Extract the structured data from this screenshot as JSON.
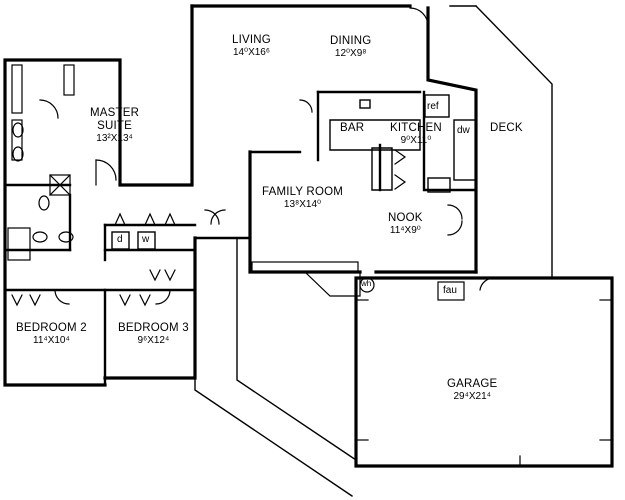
{
  "rooms": {
    "living": {
      "name": "LIVING",
      "dim": "14⁰X16⁶"
    },
    "dining": {
      "name": "DINING",
      "dim": "12⁰X9⁸"
    },
    "master": {
      "name": "MASTER",
      "name2": "SUITE",
      "dim": "13²X13⁴"
    },
    "kitchen": {
      "name": "KITCHEN",
      "dim": "9⁰X11⁰"
    },
    "bar": {
      "name": "BAR"
    },
    "deck": {
      "name": "DECK"
    },
    "family": {
      "name": "FAMILY ROOM",
      "dim": "13⁸X14⁰"
    },
    "nook": {
      "name": "NOOK",
      "dim": "11⁴X9⁰"
    },
    "bedroom2": {
      "name": "BEDROOM 2",
      "dim": "11⁴X10⁴"
    },
    "bedroom3": {
      "name": "BEDROOM 3",
      "dim": "9⁶X12⁴"
    },
    "garage": {
      "name": "GARAGE",
      "dim": "29⁴X21⁴"
    }
  },
  "fixtures": {
    "ref": "ref",
    "dw": "dw",
    "dryer": "d",
    "washer": "w",
    "water_heater": "wh",
    "furnace": "fau"
  }
}
